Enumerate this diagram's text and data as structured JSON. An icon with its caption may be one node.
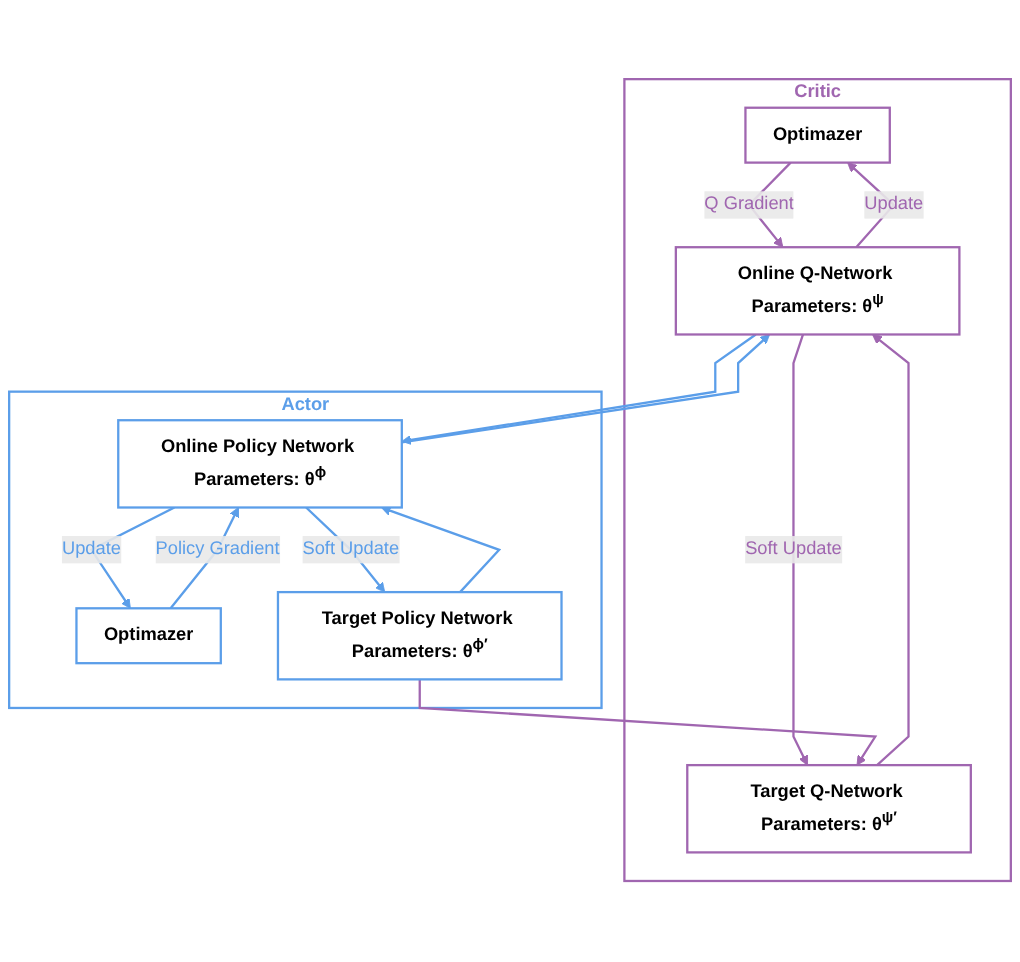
{
  "diagram": {
    "nodes": [
      {
        "text": [
          "Critic"
        ]
      },
      {
        "text": [
          "Optimazer"
        ],
        "in": 0
      },
      {
        "text": [
          "Online Q-Network Parameters: θ$^{ψ}$"
        ],
        "in": 0
      },
      {
        "text": [
          "Target Q-Network Parameters: θ$^{ψ′}$"
        ],
        "in": 0
      },
      {
        "text": [
          "Actor"
        ]
      },
      {
        "text": [
          "Optimazer"
        ],
        "in": 4
      },
      {
        "text": [
          "Online Policy Network Parameters: θ$^{ϕ}$"
        ],
        "in": 4
      },
      {
        "text": [
          "Target Policy Network Parameters: θ$^{ϕ′}$"
        ],
        "in": 4
      }
    ],
    "edges": [
      {
        "from": 2,
        "to": 1,
        "arrow": "to",
        "label": "Update",
        "color": "#a066b0"
      },
      {
        "from": 1,
        "to": 2,
        "arrow": "to",
        "label": "Q Gradient",
        "color": "#a066b0"
      },
      {
        "from": 3,
        "to": 2,
        "arrow": "to",
        "color": "#a066b0"
      },
      {
        "from": 2,
        "to": 3,
        "arrow": "to",
        "label": "Soft Update",
        "color": "#a066b0"
      },
      {
        "from": 2,
        "to": 6,
        "arrow": "to",
        "color": "#5b9ee9"
      },
      {
        "from": 6,
        "to": 2,
        "arrow": "to",
        "color": "#5b9ee9"
      },
      {
        "from": 7,
        "to": 3,
        "arrow": "to",
        "color": "#a066b0"
      },
      {
        "from": 6,
        "to": 5,
        "arrow": "to",
        "label": "Update",
        "color": "#5b9ee9"
      },
      {
        "from": 5,
        "to": 6,
        "arrow": "to",
        "label": "Policy Gradient",
        "color": "#5b9ee9"
      },
      {
        "from": 7,
        "to": 6,
        "arrow": "to",
        "color": "#5b9ee9"
      },
      {
        "from": 6,
        "to": 7,
        "arrow": "to",
        "label": "Soft Update",
        "color": "#5b9ee9"
      }
    ]
  }
}
